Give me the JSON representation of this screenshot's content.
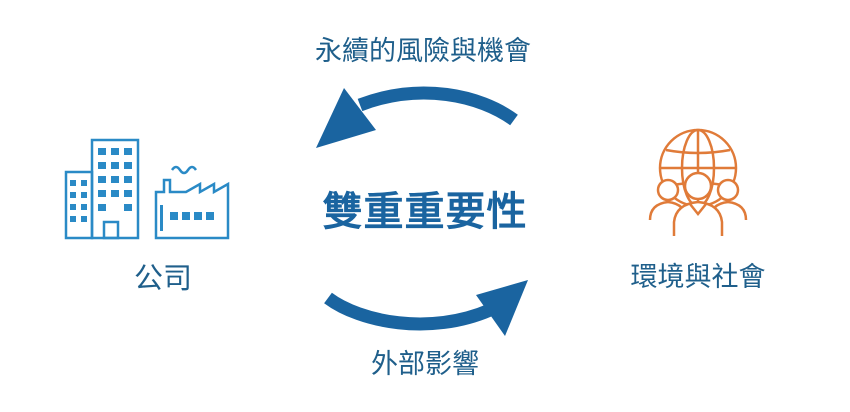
{
  "labels": {
    "top": "永續的風險與機會",
    "center": "雙重重要性",
    "bottom": "外部影響",
    "left": "公司",
    "right": "環境與社會"
  },
  "icons": {
    "left": "company-buildings-factory-icon",
    "right": "globe-people-icon"
  },
  "colors": {
    "blue": "#1a64a0",
    "icon_blue": "#2a8ac6",
    "orange": "#e07b39"
  }
}
